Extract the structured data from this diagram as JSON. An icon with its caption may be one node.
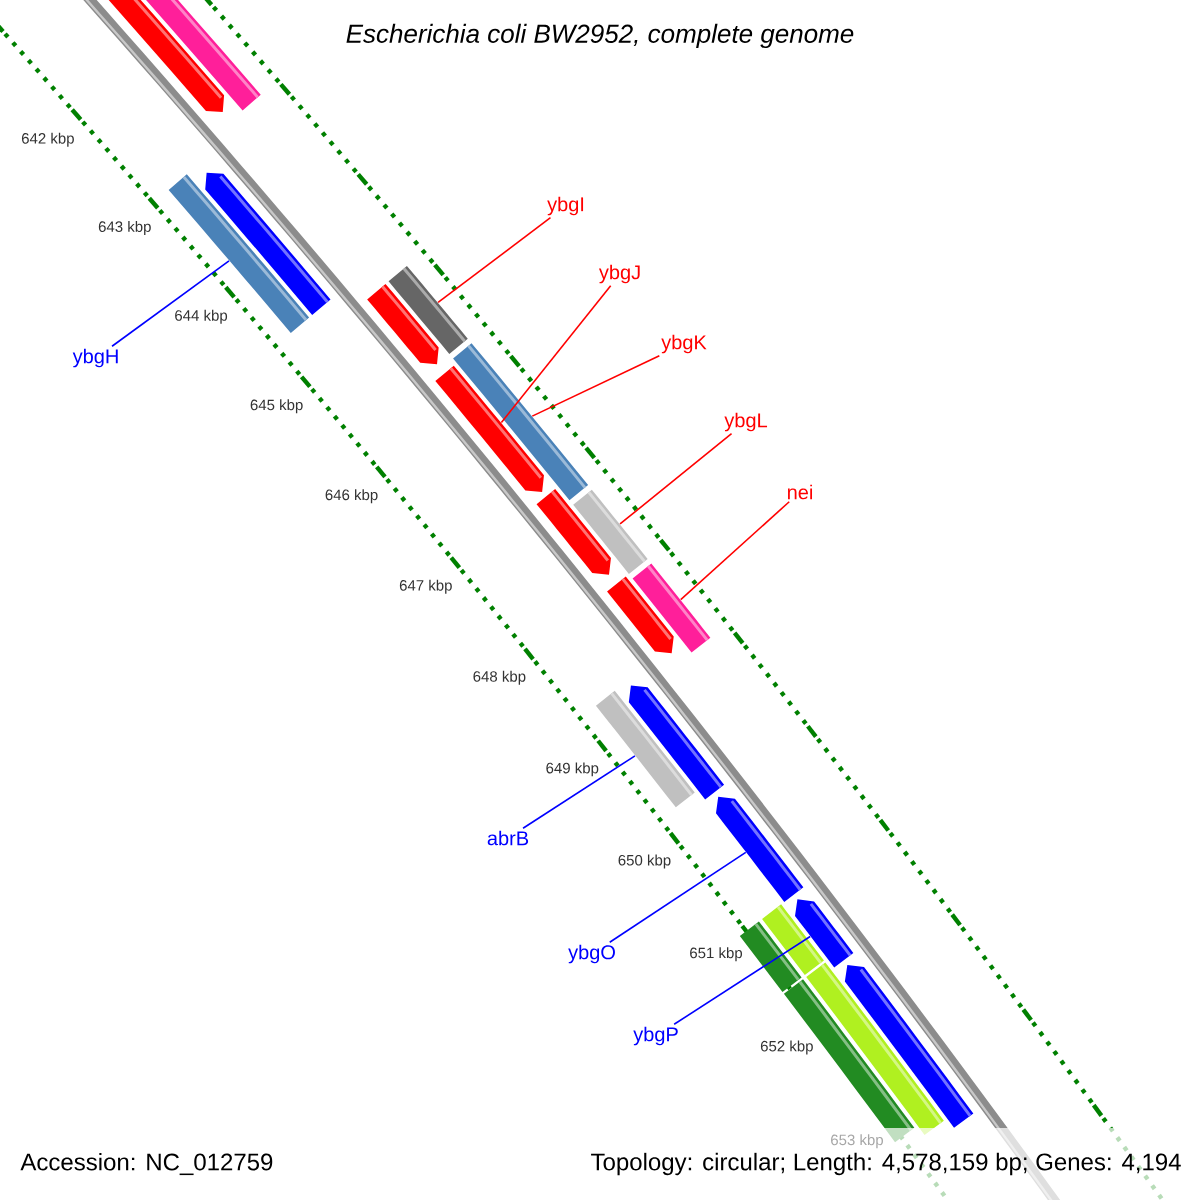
{
  "diagram": {
    "title": "Escherichia coli BW2952, complete genome",
    "nodes": [
      {
        "text": [
          "ybgI"
        ]
      },
      {
        "text": [
          "ybgJ"
        ]
      },
      {
        "text": [
          "ybgK"
        ]
      },
      {
        "text": [
          "ybgH"
        ]
      },
      {
        "text": [
          "ybgL"
        ]
      },
      {
        "text": [
          "nei"
        ]
      },
      {
        "text": [
          "abrB"
        ]
      },
      {
        "text": [
          "ybgO"
        ]
      },
      {
        "text": [
          "ybgP"
        ]
      },
      {
        "text": [],
        "shape": "bar"
      },
      {
        "text": [],
        "shape": "bar"
      },
      {
        "text": [],
        "shape": "bar"
      },
      {
        "text": [],
        "shape": "bar"
      },
      {
        "text": [],
        "shape": "bar"
      },
      {
        "text": [],
        "shape": "bar"
      },
      {
        "text": [],
        "shape": "bar"
      },
      {
        "text": [],
        "shape": "bar"
      },
      {
        "text": [],
        "shape": "bar"
      },
      {
        "text": [],
        "shape": "bar"
      },
      {
        "text": [],
        "shape": "bar"
      },
      {
        "text": [],
        "shape": "bar"
      },
      {
        "text": [],
        "shape": "bar"
      },
      {
        "text": [],
        "shape": "bar"
      },
      {
        "text": [],
        "shape": "bar"
      },
      {
        "text": [],
        "shape": "bar"
      },
      {
        "text": [],
        "shape": "bar"
      },
      {
        "text": [],
        "shape": "bar"
      },
      {
        "text": [],
        "shape": "bar"
      },
      {
        "text": [],
        "shape": "bar"
      },
      {
        "text": [],
        "shape": "bar"
      }
    ],
    "edges": [
      {
        "from": 0,
        "to": 13,
        "arrow": "none"
      },
      {
        "from": 1,
        "to": 16,
        "arrow": "none"
      },
      {
        "from": 2,
        "to": 15,
        "arrow": "none"
      },
      {
        "from": 3,
        "to": 11,
        "arrow": "none",
        "color": "#0000ff"
      },
      {
        "from": 4,
        "to": 18,
        "arrow": "none"
      },
      {
        "from": 5,
        "to": 20,
        "arrow": "none"
      },
      {
        "from": 6,
        "to": 21,
        "arrow": "none",
        "color": "#0000ff"
      },
      {
        "from": 7,
        "to": 23,
        "arrow": "none",
        "color": "#0000ff"
      },
      {
        "from": 8,
        "to": 26,
        "arrow": "none",
        "color": "#0000ff"
      }
    ],
    "labels": [
      "642 kbp",
      "643 kbp",
      "644 kbp",
      "645 kbp",
      "646 kbp",
      "647 kbp",
      "648 kbp",
      "649 kbp",
      "650 kbp",
      "651 kbp",
      "652 kbp",
      "653 kbp",
      "Accession: NC_012759",
      "Topology: circular; Length: 4,578,159 bp; Genes: 4,194"
    ]
  }
}
